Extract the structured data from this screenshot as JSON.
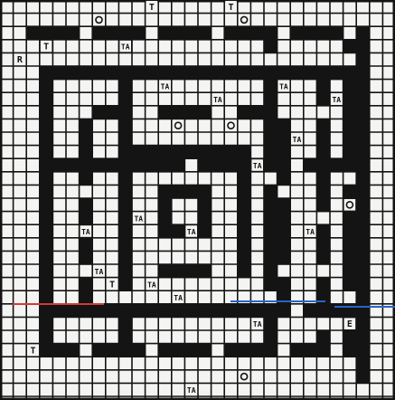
{
  "game": {
    "colors": {
      "wall": "#141414",
      "floor": "#f4f4f2",
      "line_red": "#d23a36",
      "line_blue": "#2a63c9"
    },
    "tile_symbols": {
      "treasure": "TA",
      "letters": [
        "T",
        "E",
        "R"
      ],
      "icon_names": [
        "creature-icon",
        "arrow-icon",
        "zigzag-icon",
        "ring-icon",
        "key-icon"
      ]
    },
    "highlight_lines": [
      "red-line-left",
      "blue-line-mid",
      "blue-line-right"
    ]
  }
}
